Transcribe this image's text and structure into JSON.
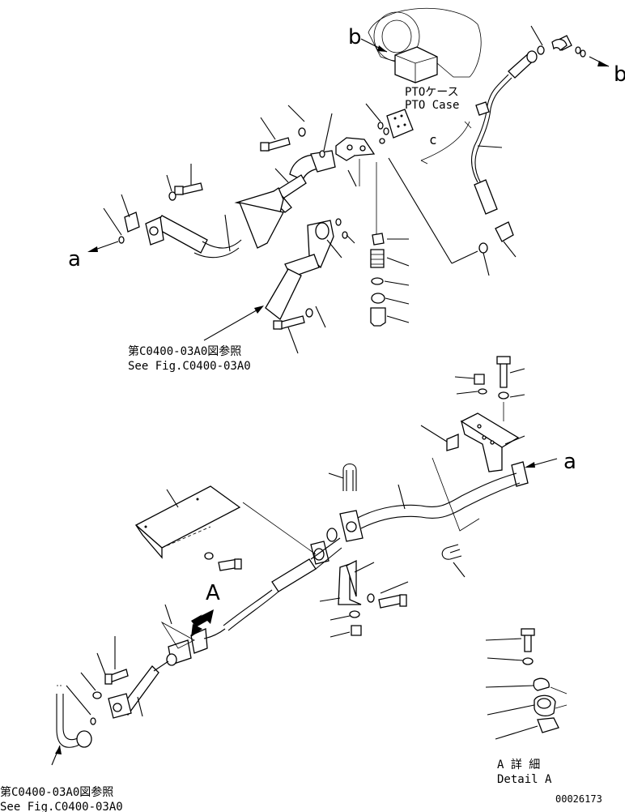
{
  "diagram": {
    "pto_case": {
      "jp": "PTOケース",
      "en": "PTO Case"
    },
    "see_fig_top": {
      "jp": "第C0400-03A0図参照",
      "en": "See Fig.C0400-03A0"
    },
    "see_fig_bottom": {
      "jp": "第C0400-03A0図参照",
      "en": "See Fig.C0400-03A0"
    },
    "detail": {
      "jp": "A 詳 細",
      "en": "Detail A"
    },
    "drawing_number": "00026173",
    "connector_labels": {
      "a_left": "a",
      "a_right": "a",
      "b_left": "b",
      "b_right": "b",
      "c": "c",
      "A": "A"
    }
  }
}
